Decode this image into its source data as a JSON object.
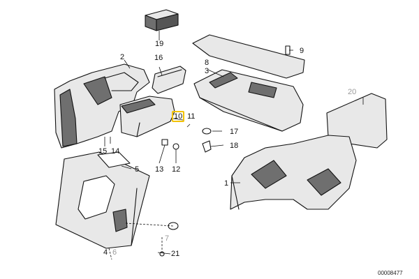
{
  "diagram": {
    "part_labels": {
      "p1": "1",
      "p2": "2",
      "p3": "3",
      "p4": "4",
      "p5": "5",
      "p6": "6",
      "p7": "7",
      "p8": "8",
      "p9": "9",
      "p10": "10",
      "p11": "11",
      "p12": "12",
      "p13": "13",
      "p14": "14",
      "p15": "15",
      "p16": "16",
      "p17": "17",
      "p18": "18",
      "p19": "19",
      "p20": "20",
      "p21": "21"
    },
    "highlighted_part": "10",
    "highlight_color": "#f2c200",
    "diagram_code": "00008477"
  }
}
